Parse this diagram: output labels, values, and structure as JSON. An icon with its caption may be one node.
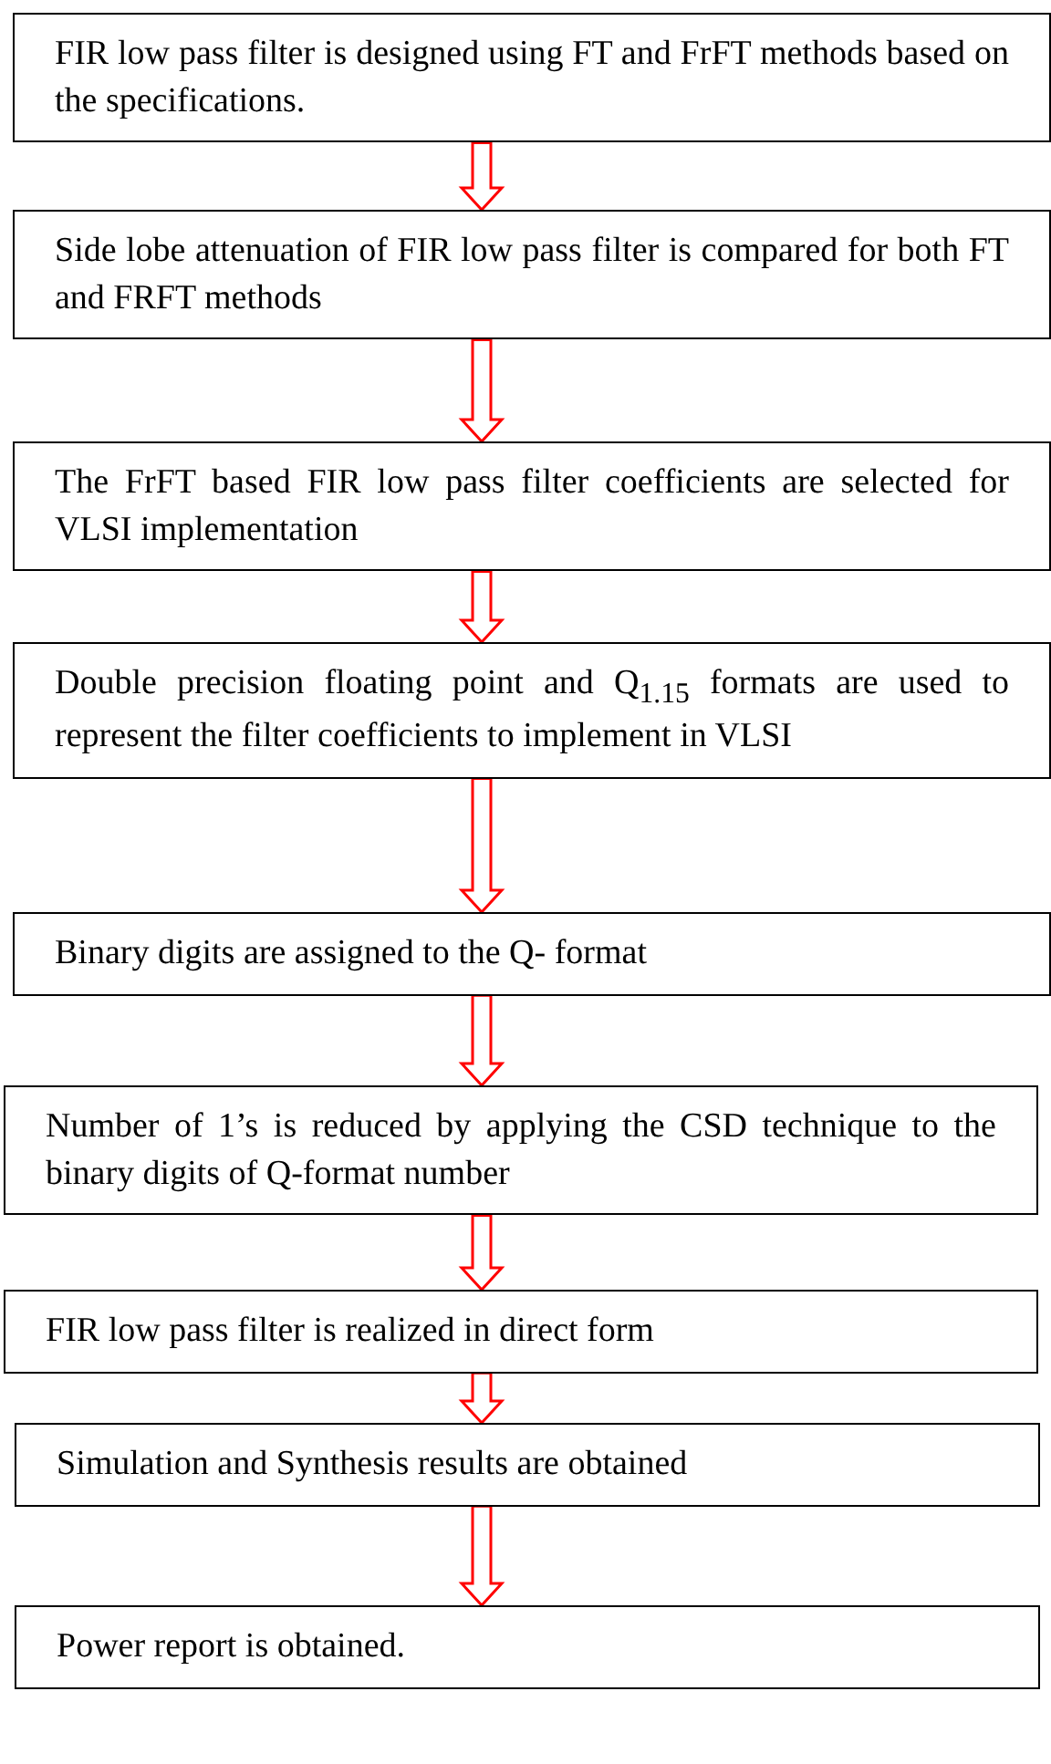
{
  "diagram": {
    "nodes": [
      {
        "text": [
          "FIR low pass filter is designed using FT and FrFT methods based on the specifications."
        ]
      },
      {
        "text": [
          "Side lobe attenuation of FIR low pass filter is compared for both FT and FRFT methods"
        ]
      },
      {
        "text": [
          "The FrFT based FIR low pass filter coefficients are selected for VLSI implementation"
        ]
      },
      {
        "text": [
          "Double precision floating point and Q$_{1.15}$ formats are used to represent the filter coefficients to implement in VLSI"
        ]
      },
      {
        "text": [
          "Binary digits are assigned to the Q- format"
        ]
      },
      {
        "text": [
          "Number of 1’s is reduced by applying the CSD technique to the binary digits of Q-format number"
        ]
      },
      {
        "text": [
          "FIR low pass filter is realized in direct form"
        ]
      },
      {
        "text": [
          "Simulation and Synthesis results are obtained"
        ]
      },
      {
        "text": [
          "Power report is obtained."
        ]
      }
    ],
    "edges": [
      {
        "from": 0,
        "to": 1,
        "arrow": "to"
      },
      {
        "from": 1,
        "to": 2,
        "arrow": "to"
      },
      {
        "from": 2,
        "to": 3,
        "arrow": "to"
      },
      {
        "from": 3,
        "to": 4,
        "arrow": "to"
      },
      {
        "from": 4,
        "to": 5,
        "arrow": "to"
      },
      {
        "from": 5,
        "to": 6,
        "arrow": "to"
      },
      {
        "from": 6,
        "to": 7,
        "arrow": "to"
      },
      {
        "from": 7,
        "to": 8,
        "arrow": "to"
      }
    ]
  }
}
